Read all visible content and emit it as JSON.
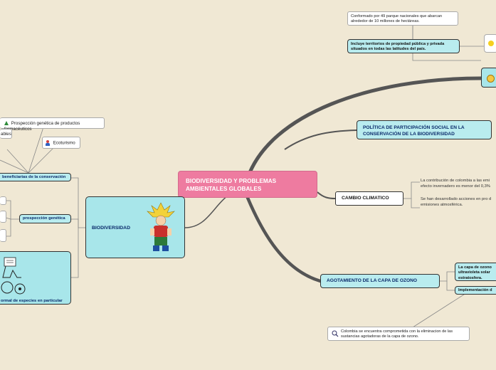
{
  "central": {
    "title": "BIODIVERSIDAD Y PROBLEMAS AMBIENTALES GLOBALES"
  },
  "left": {
    "biodiversidad": {
      "label": "BIODIVERSIDAD",
      "icon": "cartoon-character-icon"
    },
    "beneficiarias": {
      "label": "beneficiarias de la conservación"
    },
    "prospeccion_productos": {
      "label": "Prospección genética de productos farmacéuticos",
      "icon": "triangle-icon"
    },
    "able_fragment": {
      "label": "ables"
    },
    "ecoturismo": {
      "label": "Ecoturismo",
      "icon": "person-icon"
    },
    "prospeccion": {
      "label": "prospección genética"
    },
    "especies": {
      "label": "ormal de especies en particular",
      "icon": "robot-icon"
    }
  },
  "politica": {
    "label": "POLÍTICA DE PARTICIPACIÓN SOCIAL EN LA CONSERVACIÓN DE LA BIODIVERSIDAD",
    "conformado": "Conformado por 49 parque nacionales que abarcan alrededor de 10 millones de hectáreas.",
    "incluye": "Incluye territorios de propiedad pública y privada situados en todas las latitudes del país."
  },
  "cambio": {
    "label": "CAMBIO CLIMATICO",
    "note1": "La contribución de colombia a las emi efecto invernadero es menor del 0,3%",
    "note2": "Se han desarrollado acciones en pro d emisiones atmosférica."
  },
  "ozono": {
    "label": "AGOTAMIENTO DE LA CAPA DE OZONO",
    "capa": "La capa de ozono ultravioleta solar estratosfera.",
    "implementacion": "Implementación d",
    "colombia": "Colombia se encuentra comprometida con la eliminacion de las sustancias agotadoras de la capa de ozono.",
    "search_icon": "magnifier-icon"
  },
  "icons": {
    "bulb": "lightbulb-icon",
    "face": "smiley-face-icon"
  },
  "colors": {
    "background": "#f0e8d4",
    "central": "#ee7ba0",
    "node": "#b9ecef",
    "branch": "#555555"
  }
}
